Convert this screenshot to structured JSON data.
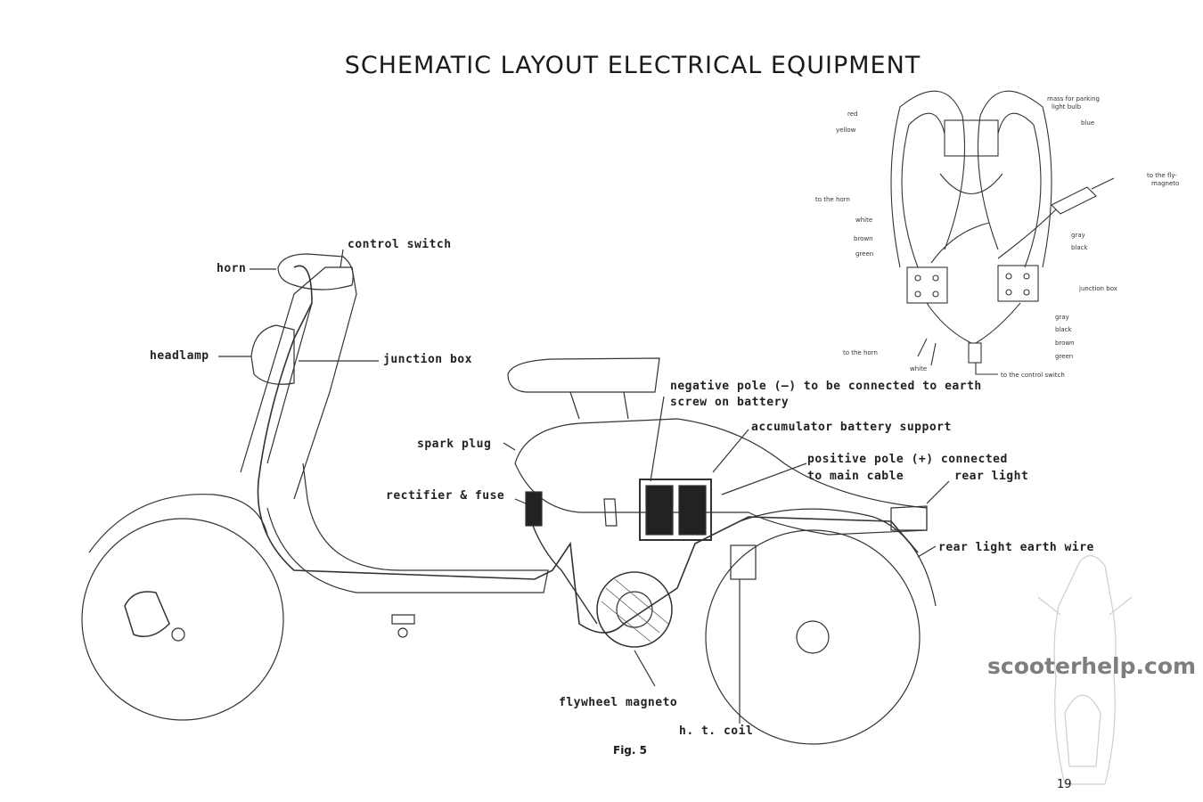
{
  "title": "SCHEMATIC LAYOUT ELECTRICAL EQUIPMENT",
  "figure_caption": "Fig. 5",
  "page_number": "19",
  "watermark": "scooterhelp.com",
  "labels": {
    "horn": "horn",
    "control_switch": "control switch",
    "headlamp": "headlamp",
    "junction_box": "junction box",
    "negative_pole_1": "negative pole (—) to be connected to earth",
    "negative_pole_2": "screw on battery",
    "battery_support": "accumulator battery support",
    "spark_plug": "spark plug",
    "positive_pole_1": "positive pole (+) connected",
    "positive_pole_2": "to main cable",
    "rear_light": "rear light",
    "rectifier_fuse": "rectifier & fuse",
    "rear_light_earth": "rear light earth wire",
    "flywheel_magneto": "flywheel magneto",
    "ht_coil": "h. t. coil"
  },
  "inset_labels": {
    "mass_1": "mass for parking",
    "mass_2": "light bulb",
    "red": "red",
    "yellow": "yellow",
    "blue": "blue",
    "to_magneto_1": "to the fly-",
    "to_magneto_2": "magneto",
    "to_horn_top": "to the horn",
    "white_top": "white",
    "brown_left": "brown",
    "green_left": "green",
    "gray_right": "gray",
    "black_right": "black",
    "junction_box": "junction box",
    "gray_bottom": "gray",
    "black_bottom": "black",
    "brown_bottom": "brown",
    "green_bottom": "green",
    "to_horn_bottom": "to the horn",
    "white_bottom": "white",
    "to_control_switch": "to the control switch"
  }
}
